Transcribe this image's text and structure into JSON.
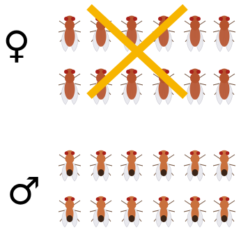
{
  "legend": {
    "female_symbol": "♀",
    "male_symbol": "♂"
  },
  "groups": {
    "female": {
      "rows": 2,
      "columns": 6,
      "crossed_out": true,
      "cross_color": "#F7B500",
      "body_color": "#B5532E"
    },
    "male": {
      "rows": 2,
      "columns": 6,
      "crossed_out": false,
      "body_color": "#C9703D",
      "stripe_color": "#3A2416"
    }
  },
  "colors": {
    "eye": "#A8201A",
    "wing": "#E9E9EE",
    "wing_edge": "#C9C9D2",
    "leg": "#6B4A35"
  }
}
